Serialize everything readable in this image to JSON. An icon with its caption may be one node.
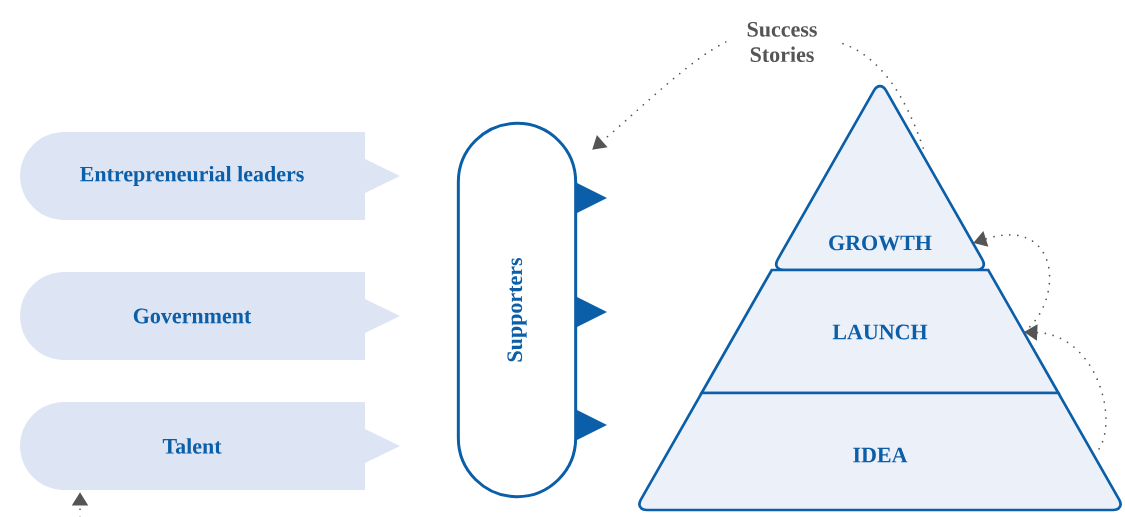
{
  "diagram": {
    "nodes": [
      {
        "text": [
          "Entrepreneurial leaders"
        ]
      },
      {
        "text": [
          "Government"
        ]
      },
      {
        "text": [
          "Talent"
        ]
      },
      {
        "text": [
          "Supporters"
        ]
      },
      {
        "text": [
          "GROWTH"
        ]
      },
      {
        "text": [
          "LAUNCH"
        ]
      },
      {
        "text": [
          "IDEA"
        ]
      },
      {
        "text": [
          "Success Stories"
        ]
      }
    ],
    "edges": [
      {
        "from": 6,
        "to": 5,
        "arrow": "to"
      },
      {
        "from": 5,
        "to": 4,
        "arrow": "to"
      },
      {
        "from": 4,
        "to": 7,
        "arrow": "none"
      },
      {
        "from": 7,
        "to": 3,
        "arrow": "to"
      },
      {
        "from": null,
        "to": 2,
        "arrow": "to"
      }
    ]
  }
}
